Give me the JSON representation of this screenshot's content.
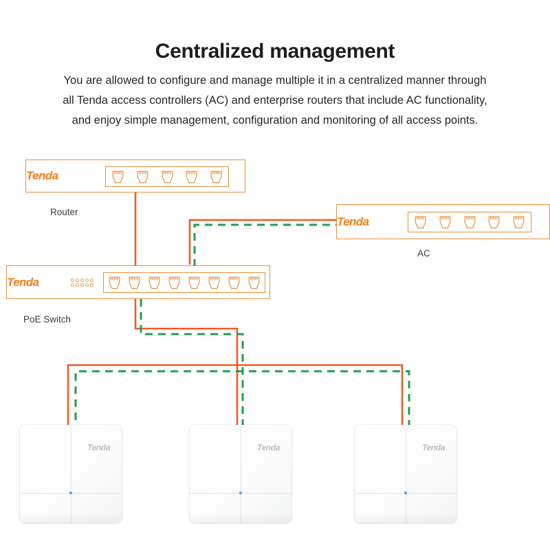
{
  "header": {
    "title": "Centralized management",
    "subtitle_lines": [
      "You are allowed to configure and manage multiple it in a centralized manner through",
      "all Tenda access controllers (AC) and enterprise routers that include AC functionality,",
      "and enjoy simple management, configuration and monitoring of all access points."
    ]
  },
  "brand": {
    "name": "Tenda",
    "color": "#F07F1A",
    "ap_logo_color": "#b9bcc0"
  },
  "colors": {
    "chassis_outline": "#E8903C",
    "data_cable": "#F15A22",
    "management_cable": "#1E9E53",
    "ap_led": "#4aa3e8",
    "label_text": "#3a3a3a",
    "background": "#ffffff"
  },
  "devices": [
    {
      "id": "router",
      "label": "Router",
      "brand": "Tenda",
      "ports": 5,
      "has_led_grid": false
    },
    {
      "id": "ac",
      "label": "AC",
      "brand": "Tenda",
      "ports": 5,
      "has_led_grid": false
    },
    {
      "id": "poe-switch",
      "label": "PoE Switch",
      "brand": "Tenda",
      "ports": 8,
      "has_led_grid": true,
      "led_grid_cols": 5,
      "led_grid_rows": 2
    }
  ],
  "access_points": [
    {
      "id": "ap-1",
      "brand": "Tenda"
    },
    {
      "id": "ap-2",
      "brand": "Tenda"
    },
    {
      "id": "ap-3",
      "brand": "Tenda"
    }
  ],
  "links": [
    {
      "id": "router-to-switch",
      "type": "data",
      "style": "solid",
      "color": "#F15A22"
    },
    {
      "id": "switch-to-ac-data",
      "type": "data",
      "style": "solid",
      "color": "#F15A22"
    },
    {
      "id": "switch-to-ac-management",
      "type": "management",
      "style": "dashed",
      "color": "#1E9E53"
    },
    {
      "id": "switch-to-aps-data",
      "type": "data",
      "style": "solid",
      "color": "#F15A22"
    },
    {
      "id": "switch-to-aps-management",
      "type": "management",
      "style": "dashed",
      "color": "#1E9E53"
    }
  ]
}
